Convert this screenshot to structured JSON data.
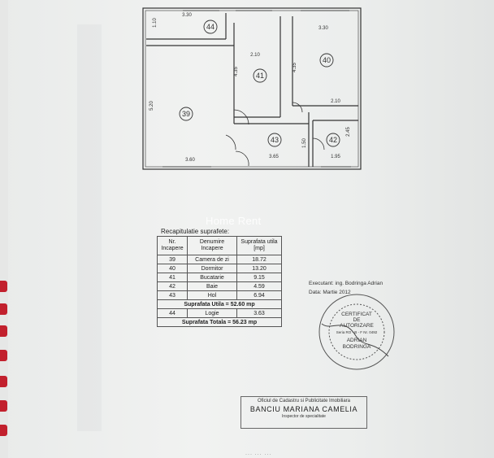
{
  "plan": {
    "rooms": [
      {
        "id": "44",
        "label": "44"
      },
      {
        "id": "41",
        "label": "41"
      },
      {
        "id": "40",
        "label": "40"
      },
      {
        "id": "39",
        "label": "39"
      },
      {
        "id": "43",
        "label": "43"
      },
      {
        "id": "42",
        "label": "42"
      }
    ],
    "dims": {
      "d1": "3.30",
      "d2": "1.10",
      "d3": "2.10",
      "d4": "4.35",
      "d5": "3.30",
      "d6": "4.35",
      "d7": "5.20",
      "d8": "2.10",
      "d9": "2.45",
      "d10": "3.60",
      "d11": "3.65",
      "d12": "1.50",
      "d13": "1.95"
    }
  },
  "watermark": "Home Rent",
  "table": {
    "title": "Recapitulatie suprafete:",
    "headers": [
      "Nr. Incapere",
      "Denumire Incapere",
      "Suprafata utila [mp]"
    ],
    "rows": [
      [
        "39",
        "Camera de zi",
        "18.72"
      ],
      [
        "40",
        "Dormitor",
        "13.20"
      ],
      [
        "41",
        "Bucatarie",
        "9.15"
      ],
      [
        "42",
        "Baie",
        "4.59"
      ],
      [
        "43",
        "Hol",
        "6.94"
      ]
    ],
    "utila_total": "Suprafata Utila = 52.60 mp",
    "loggia": [
      "44",
      "Logie",
      "3.63"
    ],
    "totala": "Suprafata Totala = 56.23 mp"
  },
  "executant": {
    "line1": "Executant: ing. Bodringa  Adrian",
    "line2": "Data: Martie 2012"
  },
  "stamp": {
    "line1": "CERTIFICAT",
    "line2": "DE",
    "line3": "AUTORIZARE",
    "line4": "Seria RO - B - F Nr. 0492",
    "line5": "ADRIAN",
    "line6": "BODRINGA"
  },
  "office": {
    "line1": "Oficiul de Cadastru si Publicitate Imobiliara",
    "line2": "BANCIU MARIANA CAMELIA",
    "line3": "Inspector de specialitate"
  }
}
